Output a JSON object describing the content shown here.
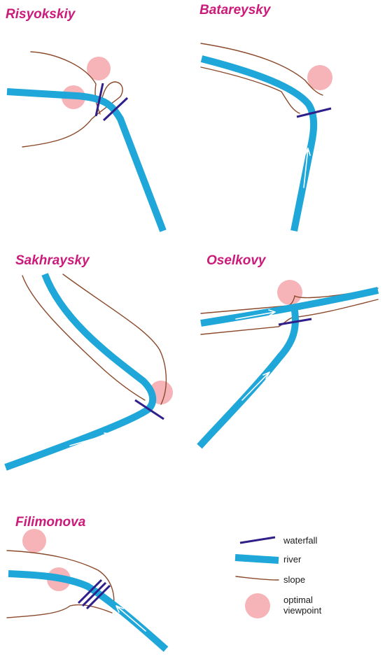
{
  "colors": {
    "title": "#cc1a7a",
    "river": "#1ea7d8",
    "slope": "#8b4a2b",
    "waterfall": "#2e1f8a",
    "viewpoint": "#f6b3b8",
    "flow_arrow": "#ffffff",
    "legend_text": "#1a1a1a"
  },
  "panels": [
    {
      "title": "Risyokskiy"
    },
    {
      "title": "Batareysky"
    },
    {
      "title": "Sakhraysky"
    },
    {
      "title": "Oselkovy"
    },
    {
      "title": "Filimonova"
    }
  ],
  "legend": {
    "waterfall": "waterfall",
    "river": "river",
    "slope": "slope",
    "viewpoint_line1": "optimal",
    "viewpoint_line2": "viewpoint"
  }
}
